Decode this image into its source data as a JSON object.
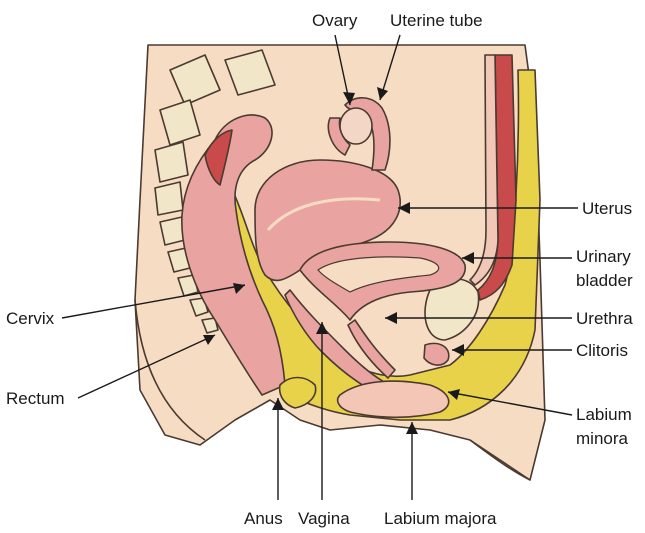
{
  "labels": {
    "ovary": "Ovary",
    "uterine_tube": "Uterine tube",
    "uterus": "Uterus",
    "urinary_bladder_1": "Urinary",
    "urinary_bladder_2": "bladder",
    "urethra": "Urethra",
    "clitoris": "Clitoris",
    "labium_minora_1": "Labium",
    "labium_minora_2": "minora",
    "cervix": "Cervix",
    "rectum": "Rectum",
    "anus": "Anus",
    "vagina": "Vagina",
    "labium_majora": "Labium majora"
  },
  "colors": {
    "skin": "#f7dcc4",
    "bone": "#f1e6c8",
    "yellow": "#e8d24a",
    "pink": "#e9a4a1",
    "red": "#c94a4a",
    "outline": "#4a3a30"
  }
}
